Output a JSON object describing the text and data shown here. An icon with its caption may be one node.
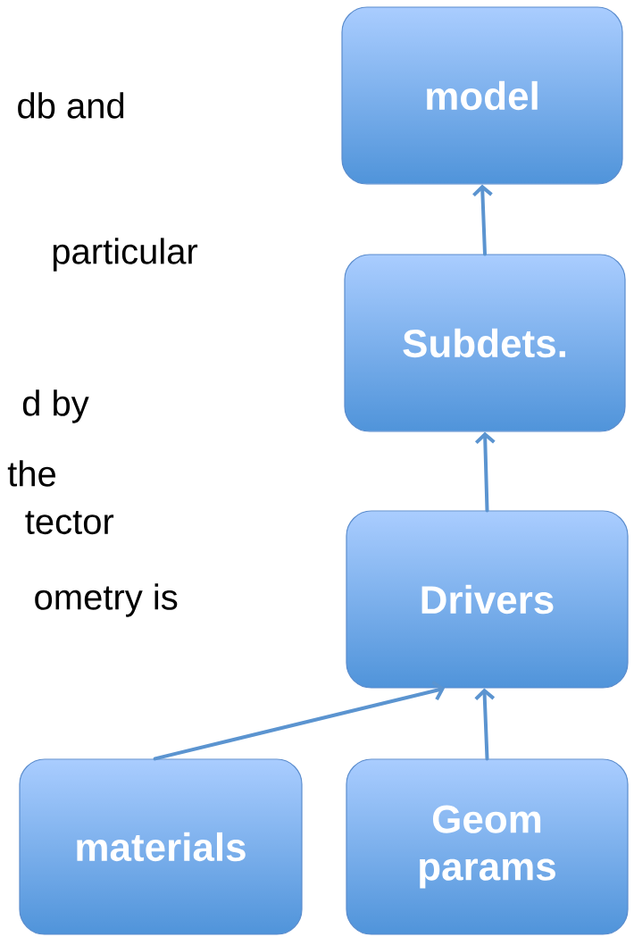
{
  "diagram": {
    "nodes": [
      {
        "text": [
          "model"
        ]
      },
      {
        "text": [
          "Subdets."
        ]
      },
      {
        "text": [
          "Drivers"
        ]
      },
      {
        "text": [
          "materials"
        ]
      },
      {
        "text": [
          "Geom params"
        ]
      }
    ],
    "edges": [
      {
        "from": 1,
        "to": 0,
        "arrow": "to"
      },
      {
        "from": 2,
        "to": 1,
        "arrow": "to"
      },
      {
        "from": 4,
        "to": 2,
        "arrow": "to"
      },
      {
        "from": 3,
        "to": 2,
        "arrow": "to"
      }
    ],
    "labels": [
      "db and",
      "particular",
      "d by",
      "the",
      "tector",
      "ometry is"
    ]
  }
}
